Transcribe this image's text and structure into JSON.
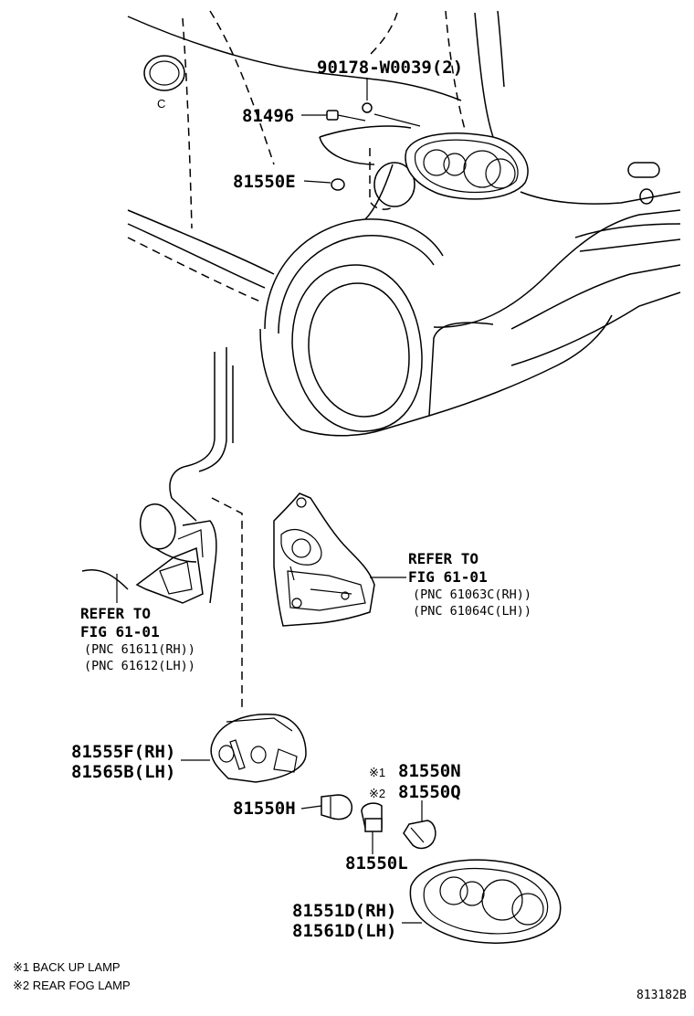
{
  "parts": {
    "p1": "90178-W0039(2)",
    "p2": "81496",
    "p3": "81550E",
    "p4": "81555F(RH)",
    "p5": "81565B(LH)",
    "p6": "81550H",
    "p7": "81550L",
    "p8_mark": "※1",
    "p8": "81550N",
    "p9_mark": "※2",
    "p9": "81550Q",
    "p10": "81551D(RH)",
    "p11": "81561D(LH)"
  },
  "refs": {
    "left": {
      "line1": "REFER TO",
      "line2": "FIG 61-01",
      "line3": "(PNC 61611(RH))",
      "line4": "(PNC 61612(LH))"
    },
    "right": {
      "line1": "REFER TO",
      "line2": "FIG 61-01",
      "line3": "(PNC 61063C(RH))",
      "line4": "(PNC 61064C(LH))"
    }
  },
  "notes": {
    "n1": "※1 BACK UP LAMP",
    "n2": "※2 REAR FOG LAMP"
  },
  "figure_code": "813182B",
  "fuel_cap_letter": "C"
}
